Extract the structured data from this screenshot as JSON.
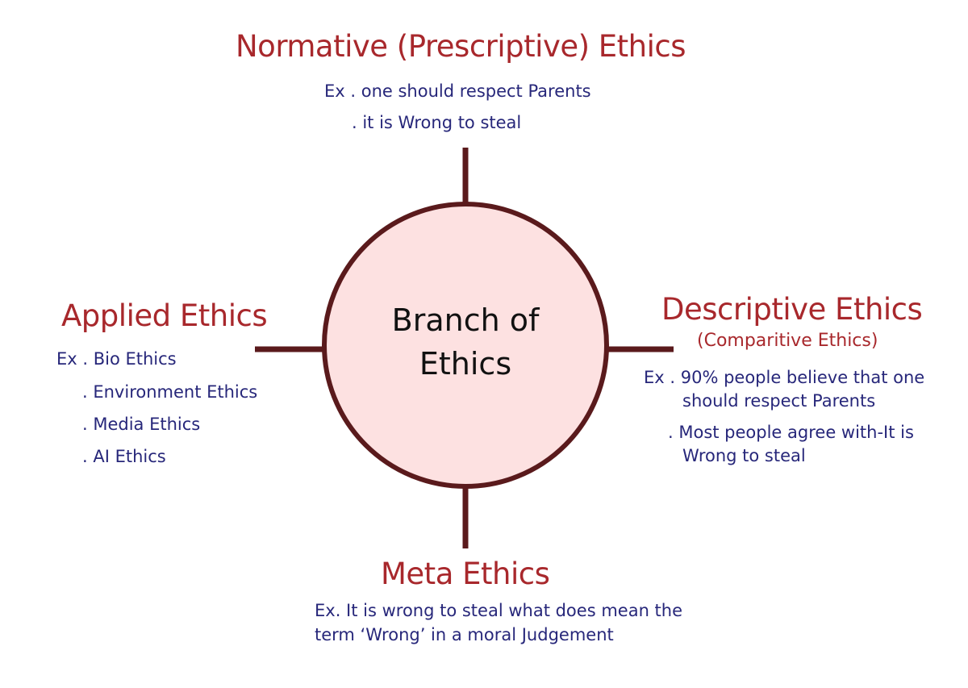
{
  "center": {
    "line1": "Branch of",
    "line2": "Ethics"
  },
  "colors": {
    "heading": "#a8282c",
    "example": "#27277a",
    "circle_fill": "#fde1e1",
    "stroke": "#5a1a1c"
  },
  "branches": {
    "normative": {
      "title": "Normative (Prescriptive) Ethics",
      "examples": [
        "Ex . one should respect Parents",
        ". it is Wrong to steal"
      ]
    },
    "applied": {
      "title": "Applied Ethics",
      "examples": [
        "Ex . Bio Ethics",
        ". Environment Ethics",
        ". Media Ethics",
        ". AI Ethics"
      ]
    },
    "descriptive": {
      "title": "Descriptive Ethics",
      "subtitle": "(Comparitive Ethics)",
      "examples": [
        "Ex . 90% people believe that one",
        "should respect Parents",
        ".  Most people agree with-It is",
        "Wrong to steal"
      ]
    },
    "meta": {
      "title": "Meta Ethics",
      "examples": [
        "Ex. It is wrong to steal what does mean the",
        "term ‘Wrong’ in a moral Judgement"
      ]
    }
  }
}
